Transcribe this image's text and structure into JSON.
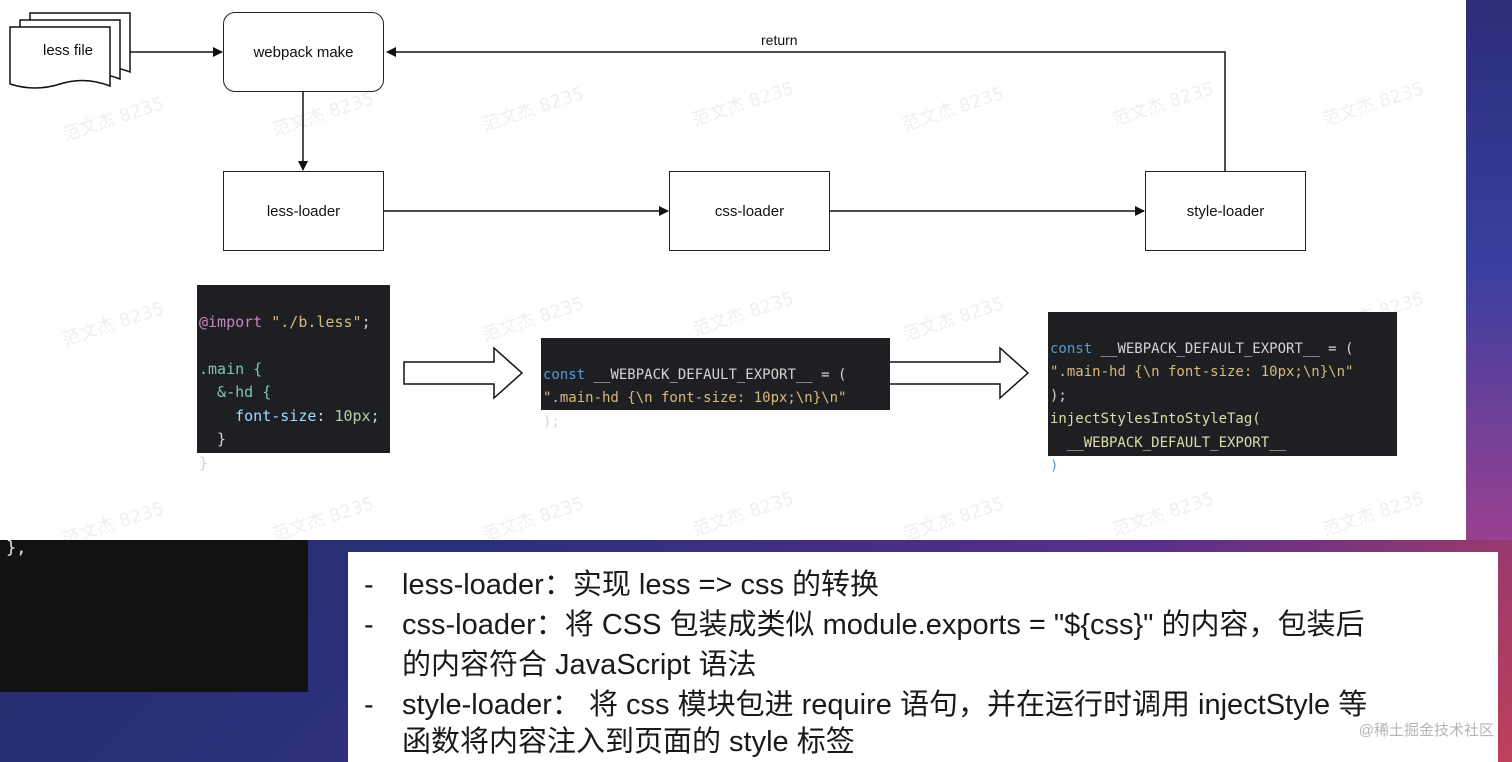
{
  "diagram": {
    "nodes": {
      "less_file": "less file",
      "webpack_make": "webpack make",
      "less_loader": "less-loader",
      "css_loader": "css-loader",
      "style_loader": "style-loader"
    },
    "edge_return_label": "return"
  },
  "code_blocks": {
    "less_source": {
      "line1_kw": "@import",
      "line1_str": "\"./b.less\"",
      "line1_end": ";",
      "line3": ".main {",
      "line4": "  &-hd {",
      "line5_prop": "    font-size",
      "line5_colon": ": ",
      "line5_val": "10px",
      "line5_end": ";",
      "line6": "  }",
      "line7": "}"
    },
    "css_loader_output": {
      "line1_kw": "const",
      "line1_rest": " __WEBPACK_DEFAULT_EXPORT__ = (",
      "line2": "\".main-hd {\\n font-size: 10px;\\n}\\n\"",
      "line3": ");"
    },
    "style_loader_output": {
      "line1_kw": "const",
      "line1_rest": " __WEBPACK_DEFAULT_EXPORT__ = (",
      "line2": "\".main-hd {\\n font-size: 10px;\\n}\\n\"",
      "line3": ");",
      "line4": "injectStylesIntoStyleTag(",
      "line5": "  __WEBPACK_DEFAULT_EXPORT__",
      "line6": ")"
    }
  },
  "watermark_text": "范文杰 8235",
  "background_code_fragment": "},",
  "notes": [
    {
      "dash": "-",
      "text": "less-loader：实现 less => css 的转换"
    },
    {
      "dash": "-",
      "text": "css-loader：将 CSS 包装成类似 module.exports = \"${css}\" 的内容，包装后"
    },
    {
      "dash": "",
      "text": "的内容符合 JavaScript 语法"
    },
    {
      "dash": "-",
      "text": "style-loader： 将 css 模块包进 require 语句，并在运行时调用 injectStyle 等"
    },
    {
      "dash": "",
      "text": "函数将内容注入到页面的 style 标签"
    }
  ],
  "credit": "@稀土掘金技术社区",
  "colors": {
    "code_bg": "#1e1f22",
    "keyword": "#c586c0",
    "const": "#569cd6",
    "string": "#d7ba7d"
  }
}
